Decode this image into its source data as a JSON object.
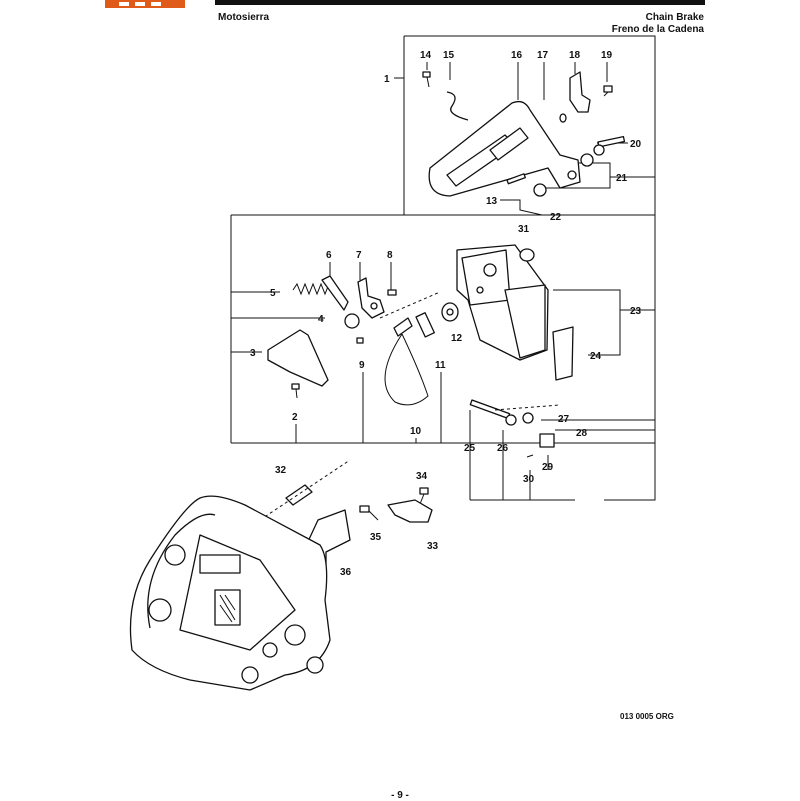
{
  "header": {
    "title_left": "Motosierra",
    "title_right_1": "Chain Brake",
    "title_right_2": "Freno de la Cadena"
  },
  "brand_color": "#e05a1a",
  "callouts": [
    "1",
    "2",
    "3",
    "4",
    "5",
    "6",
    "7",
    "8",
    "9",
    "10",
    "11",
    "12",
    "13",
    "14",
    "15",
    "16",
    "17",
    "18",
    "19",
    "20",
    "21",
    "22",
    "23",
    "24",
    "25",
    "26",
    "27",
    "28",
    "29",
    "30",
    "31",
    "32",
    "33",
    "34",
    "35",
    "36"
  ],
  "reference_code": "013 0005 ORG",
  "page_number": "- 9 -"
}
